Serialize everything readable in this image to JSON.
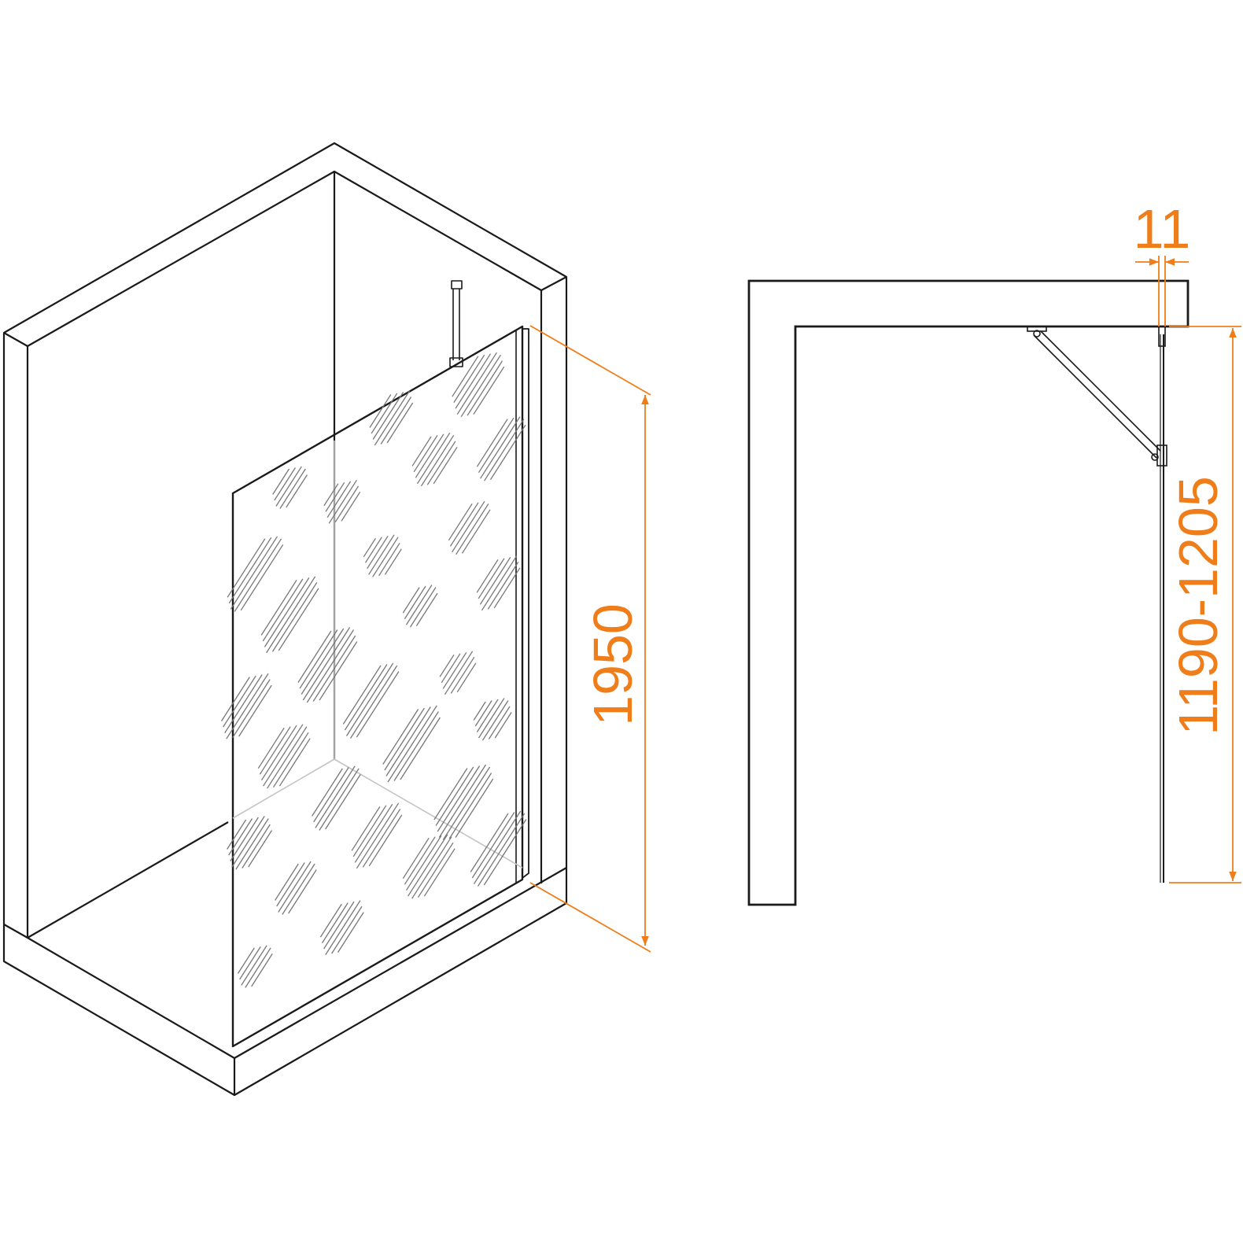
{
  "colors": {
    "line": "#1a1a1a",
    "light_line": "#c4c4c4",
    "glass_pattern": "#777777",
    "dimension": "#ee7d1a",
    "background": "#ffffff"
  },
  "dimensions": {
    "height": "1950",
    "profile_width": "11",
    "arm_range": "1190-1205"
  }
}
